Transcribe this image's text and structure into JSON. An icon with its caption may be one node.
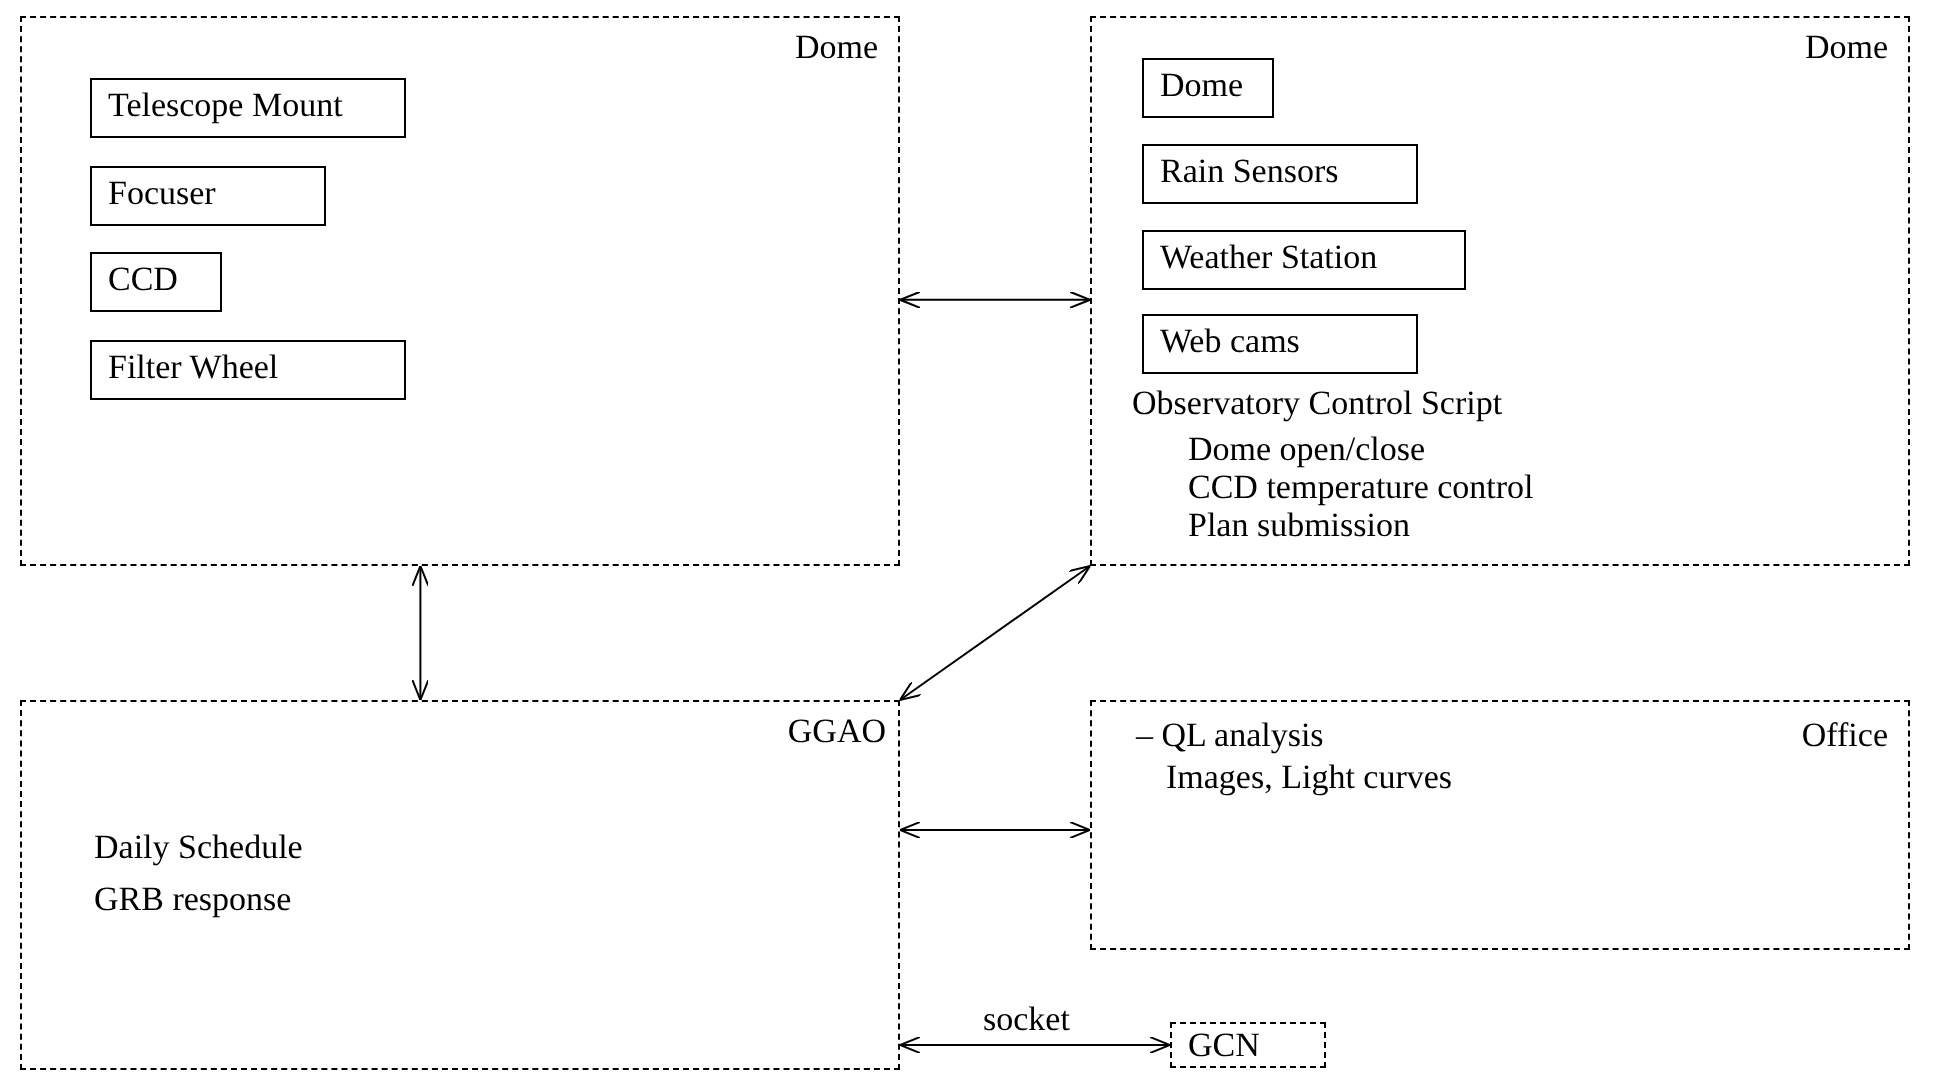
{
  "diagram": {
    "nodes": [
      {
        "text": [
          "Dome"
        ]
      },
      {
        "text": [
          "Telescope Mount"
        ],
        "in": 0
      },
      {
        "text": [
          "Focuser"
        ],
        "in": 0
      },
      {
        "text": [
          "CCD"
        ],
        "in": 0
      },
      {
        "text": [
          "Filter Wheel"
        ],
        "in": 0
      },
      {
        "text": [
          "Dome",
          "Observatory Control Script",
          "Dome open/close",
          "CCD temperature control",
          "Plan submission"
        ]
      },
      {
        "text": [
          "Dome"
        ],
        "in": 5
      },
      {
        "text": [
          "Rain Sensors"
        ],
        "in": 5
      },
      {
        "text": [
          "Weather Station"
        ],
        "in": 5
      },
      {
        "text": [
          "Web cams"
        ],
        "in": 5
      },
      {
        "text": [
          "GGAO",
          "Daily Schedule",
          "GRB response"
        ]
      },
      {
        "text": [
          "– QL analysis",
          "Office",
          "Images, Light curves"
        ]
      },
      {
        "text": [
          "GCN"
        ]
      }
    ],
    "edges": [
      {
        "from": 0,
        "to": 5,
        "arrow": "both"
      },
      {
        "from": 0,
        "to": 10,
        "arrow": "both"
      },
      {
        "from": 10,
        "to": 5,
        "arrow": "both"
      },
      {
        "from": 10,
        "to": 11,
        "arrow": "both"
      },
      {
        "from": 10,
        "to": 12,
        "arrow": "both",
        "label": "socket"
      }
    ]
  }
}
